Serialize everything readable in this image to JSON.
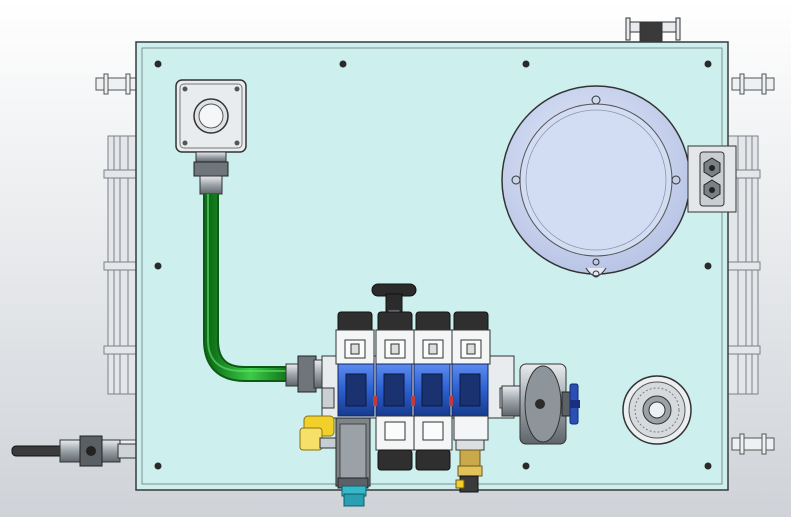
{
  "scene": {
    "background_top": "#ffffff",
    "background_bottom": "#cfd3d8",
    "panel_fill": "#cdefee",
    "panel_stroke": "#3a3a3a",
    "hose_color": "#1f9a2a",
    "valve_blue": "#2c5fd0",
    "coupling_yellow": "#f2d02a",
    "coupling_teal": "#37b8c9",
    "handle_dark": "#2b2b2b",
    "steel": "#9aa2a8",
    "reservoir_fill": "#cfd8f0"
  },
  "components": {
    "junction_box": "junction-box",
    "reservoir": "reservoir-tank",
    "valve_stack_count": 4,
    "filter": "filter-cap"
  }
}
